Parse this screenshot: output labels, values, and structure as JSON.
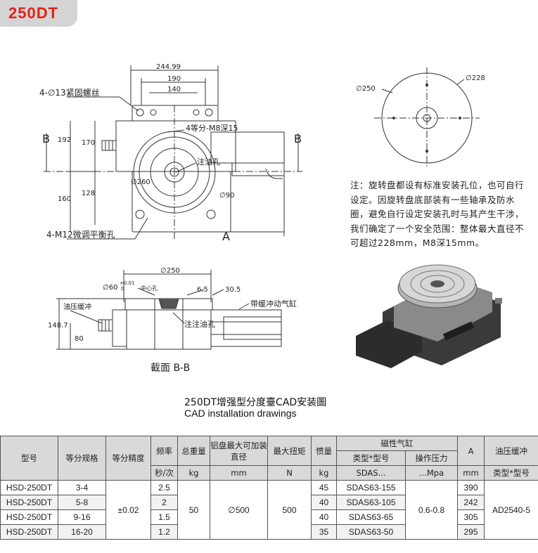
{
  "badge": "250DT",
  "drawing": {
    "top_view": {
      "dim_24499": "244.99",
      "dim_190": "190",
      "dim_140": "140",
      "dim_192": "192",
      "dim_170": "170",
      "dim_128": "128",
      "dim_160": "160",
      "label_b_left": "B",
      "label_b_right": "B",
      "label_a": "A",
      "callout_bolt": "4-∅13紧固螺丝",
      "callout_thread": "4等分-M8深15",
      "callout_oil": "注油孔",
      "callout_phi260": "∅260",
      "callout_phi90": "∅90",
      "callout_m12": "4-M12微调平衡孔"
    },
    "disk_view": {
      "phi250": "∅250",
      "phi228": "∅228"
    },
    "section_view": {
      "phi250": "∅250",
      "phi60": "∅60",
      "tol1": "+0.01",
      "tol2": "0",
      "center_hole": "中心孔",
      "dim_65": "6.5",
      "dim_305": "30.5",
      "dim_1487": "148.7",
      "dim_80": "80",
      "oil_plug": "油压缓冲",
      "oil_hole": "注注油孔",
      "cylinder": "带缓冲动气缸",
      "section_label": "截面  B-B"
    }
  },
  "note": "注：旋转盘都设有标准安装孔位，也可自行设定。因旋转盘底部装有一些轴承及防水圈，避免自行设定安装孔时与其产生干涉，我们确定了一个安全范围：整体最大直径不可超过228mm，M8深15mm。",
  "caption": {
    "cn": "250DT增强型分度臺CAD安装圖",
    "en": "CAD installation drawings"
  },
  "table": {
    "headers": {
      "model": "型号",
      "division": "等分规格",
      "precision": "等分精度",
      "freq": "频率",
      "freq_unit": "秒/次",
      "weight": "总重量",
      "weight_unit": "kg",
      "disk": "铝盘最大可加装直径",
      "disk_unit": "mm",
      "torque": "最大扭矩",
      "torque_unit": "N",
      "inertia": "惯量",
      "inertia_unit": "kg",
      "cylinder": "磁性气缸",
      "cyl_model": "类型*型号",
      "cyl_model_sub": "SDAS...",
      "cyl_pressure": "操作压力",
      "cyl_pressure_sub": "...Mpa",
      "a": "A",
      "a_unit": "mm",
      "buffer": "油压缓冲",
      "buffer_model": "类型*型号"
    },
    "shared": {
      "precision": "±0.02",
      "weight": "50",
      "disk": "∅500",
      "torque": "500",
      "pressure": "0.6-0.8",
      "buffer": "AD2540-5"
    },
    "rows": [
      {
        "model": "HSD-250DT",
        "division": "3-4",
        "freq": "2.5",
        "inertia": "45",
        "cylinder": "SDAS63-155",
        "a": "390"
      },
      {
        "model": "HSD-250DT",
        "division": "5-8",
        "freq": "2",
        "inertia": "40",
        "cylinder": "SDAS63-105",
        "a": "242"
      },
      {
        "model": "HSD-250DT",
        "division": "9-16",
        "freq": "1.5",
        "inertia": "40",
        "cylinder": "SDAS63-65",
        "a": "305"
      },
      {
        "model": "HSD-250DT",
        "division": "16-20",
        "freq": "1.2",
        "inertia": "35",
        "cylinder": "SDAS63-50",
        "a": "295"
      }
    ]
  }
}
